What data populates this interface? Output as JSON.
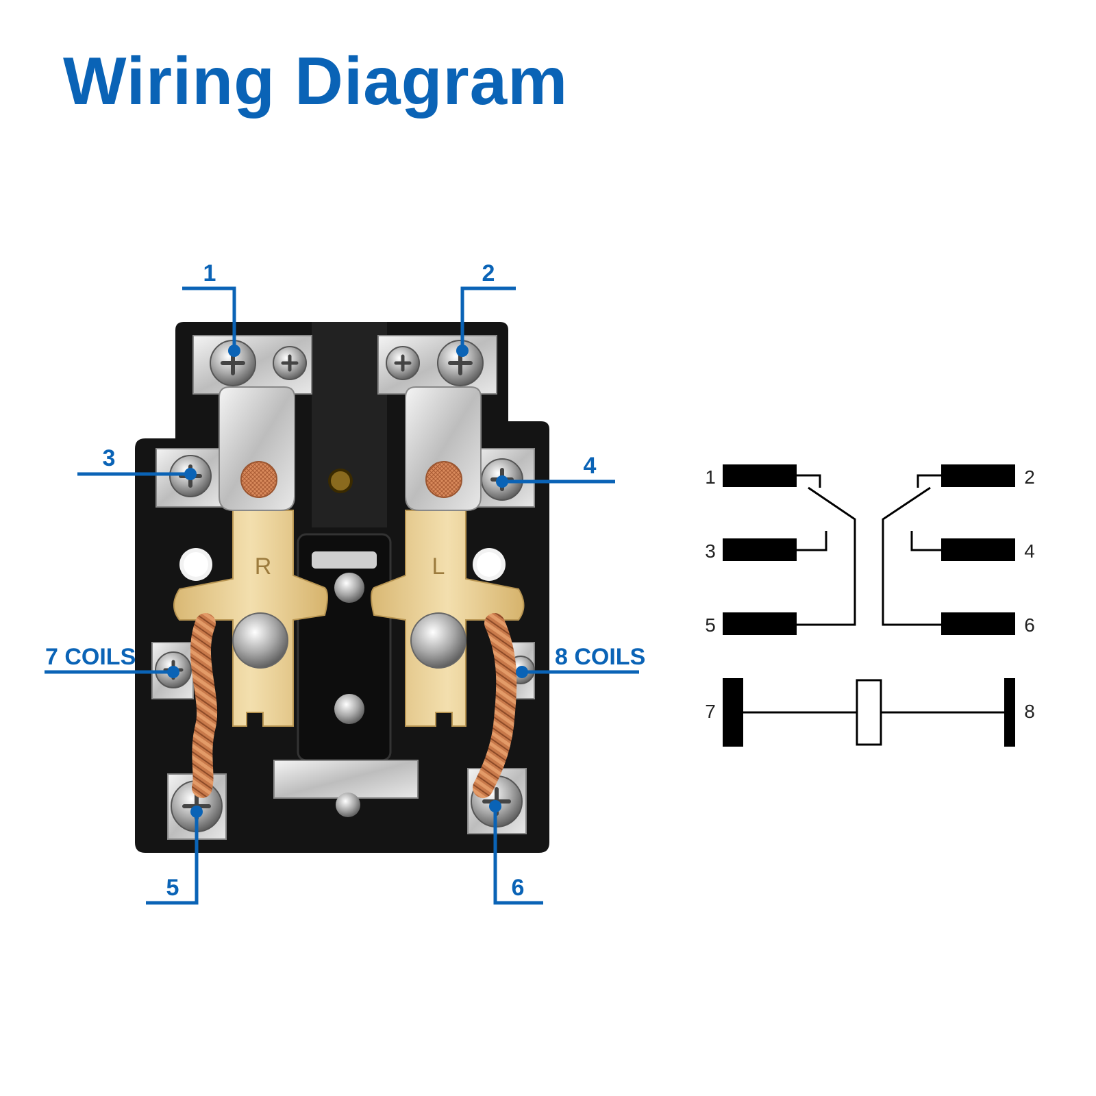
{
  "title": "Wiring Diagram",
  "colors": {
    "accent_blue": "#0a63b6",
    "housing_black": "#141414",
    "brass": "#e6c98e",
    "copper": "#c8794a",
    "steel": "#d9d9d9"
  },
  "photo_callouts": {
    "t1": "1",
    "t2": "2",
    "t3": "3",
    "t4": "4",
    "t5": "5",
    "t6": "6",
    "t7": "7 COILS",
    "t8": "8 COILS"
  },
  "stamped_marks": {
    "right": "R",
    "left": "L"
  },
  "schematic": {
    "p1": "1",
    "p2": "2",
    "p3": "3",
    "p4": "4",
    "p5": "5",
    "p6": "6",
    "p7": "7",
    "p8": "8"
  }
}
